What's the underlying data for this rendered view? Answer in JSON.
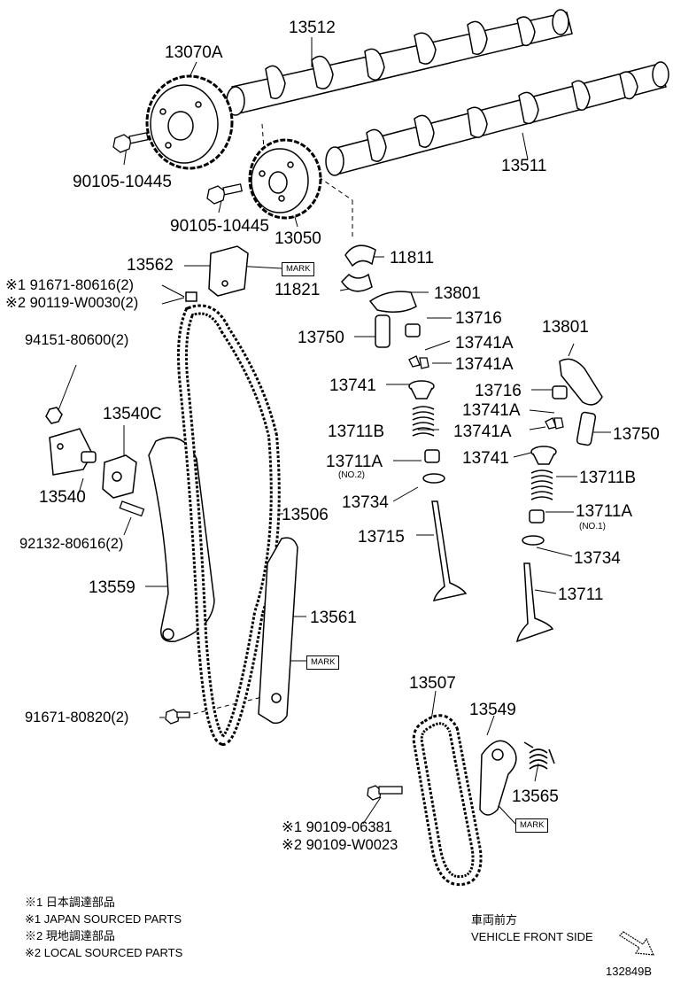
{
  "parts": {
    "p13512": "13512",
    "p13070A": "13070A",
    "p13511": "13511",
    "p90105_a": "90105-10445",
    "p90105_b": "90105-10445",
    "p13050": "13050",
    "p13562": "13562",
    "p11811": "11811",
    "p11821": "11821",
    "p91671_806": "※1 91671-80616(2)",
    "p90119": "※2 90119-W0030(2)",
    "p13801_a": "13801",
    "p13716_a": "13716",
    "p13750_a": "13750",
    "p13741A_a": "13741A",
    "p13741A_b": "13741A",
    "p94151": "94151-80600(2)",
    "p13801_b": "13801",
    "p13741_a": "13741",
    "p13716_b": "13716",
    "p13540C": "13540C",
    "p13741A_c": "13741A",
    "p13711B_a": "13711B",
    "p13741A_d": "13741A",
    "p13750_b": "13750",
    "p13711A_a": "13711A",
    "no2": "(NO.2)",
    "p13741_b": "13741",
    "p13540": "13540",
    "p13506": "13506",
    "p13711B_b": "13711B",
    "p13734_a": "13734",
    "p92132": "92132-80616(2)",
    "p13711A_b": "13711A",
    "no1": "(NO.1)",
    "p13715": "13715",
    "p13734_b": "13734",
    "p13559": "13559",
    "p13711": "13711",
    "p13561": "13561",
    "p13507": "13507",
    "p91671_808": "91671-80820(2)",
    "p13549": "13549",
    "p13565": "13565",
    "p90109_a": "※1 90109-06381",
    "p90109_b": "※2 90109-W0023"
  },
  "marks": {
    "m1": "MARK",
    "m2": "MARK",
    "m3": "MARK"
  },
  "legend": {
    "l1": "※1 日本調達部品",
    "l2": "※1 JAPAN SOURCED PARTS",
    "l3": "※2 現地調達部品",
    "l4": "※2 LOCAL SOURCED PARTS"
  },
  "direction": {
    "jp": "車両前方",
    "en": "VEHICLE FRONT SIDE"
  },
  "figure_id": "132849B"
}
